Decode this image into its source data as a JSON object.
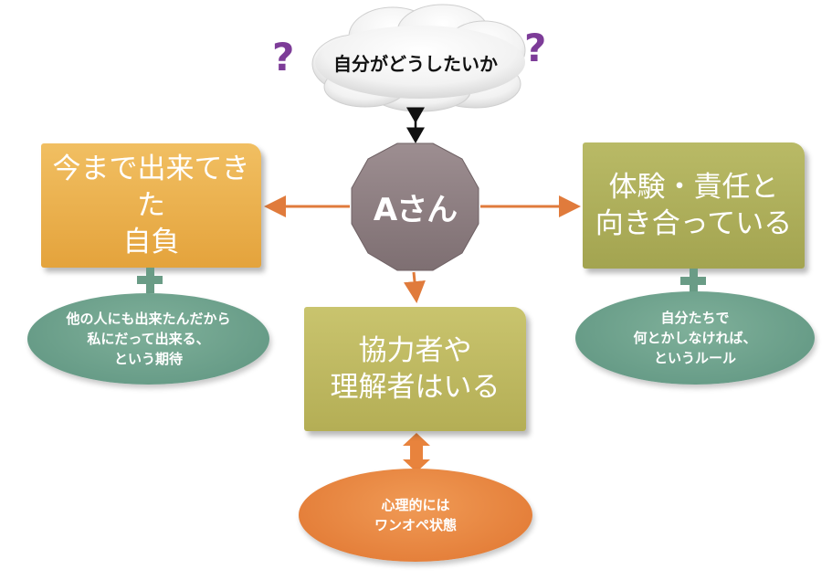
{
  "cloud": {
    "text": "自分がどうしたいか",
    "question_mark": "?"
  },
  "center_node": {
    "label": "Aさん"
  },
  "boxes": {
    "left": "今まで出来てきた\n自負",
    "right": "体験・責任と\n向き合っている",
    "center": "協力者や\n理解者はいる"
  },
  "ellipses": {
    "left": "他の人にも出来たんだから\n私にだって出来る、\nという期待",
    "right": "自分たちで\n何とかしなければ、\nというルール",
    "bottom": "心理的には\nワンオペ状態"
  },
  "colors": {
    "box_left": "#e9ae4a",
    "box_right": "#acad58",
    "box_center": "#bfb960",
    "ellipse_green": "#6ea48d",
    "ellipse_orange": "#e8833d",
    "hub": "#8c7d80",
    "arrows": "#e07b3c",
    "question_mark": "#7d3c98"
  }
}
